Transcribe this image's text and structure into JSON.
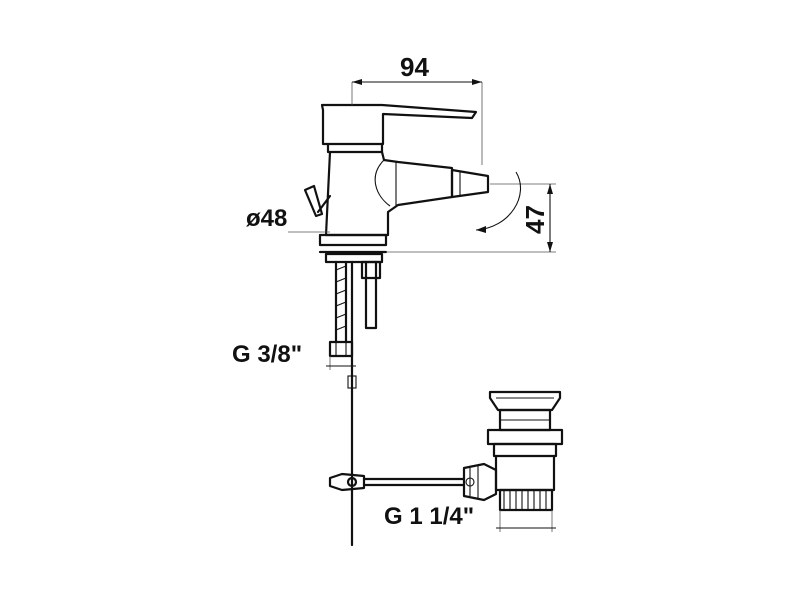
{
  "colors": {
    "line": "#111111",
    "background": "#ffffff"
  },
  "dimensions": {
    "spout_reach": "94",
    "spout_height": "47",
    "base_diameter": "ø48",
    "supply_thread": "G 3/8\"",
    "waste_thread": "G 1 1/4\""
  }
}
